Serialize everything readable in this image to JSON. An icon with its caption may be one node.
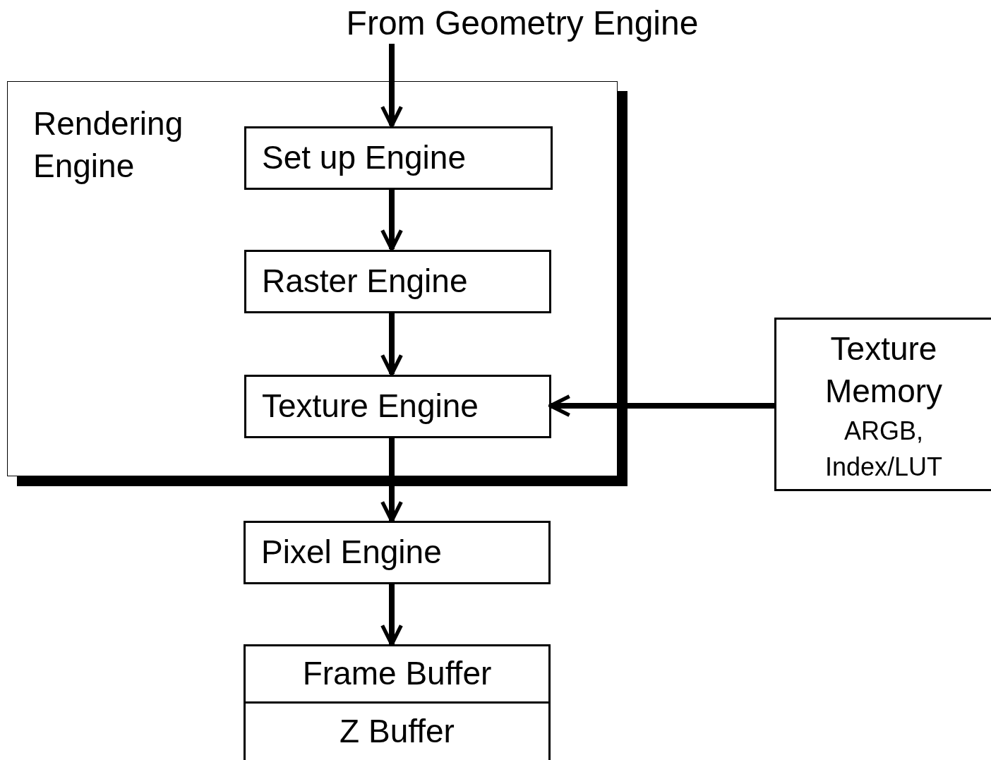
{
  "diagram": {
    "nodes": [
      {
        "text": [
          "From Geometry Engine"
        ]
      },
      {
        "text": [
          "Rendering Engine"
        ]
      },
      {
        "text": [
          "Set up Engine"
        ],
        "in": 1
      },
      {
        "text": [
          "Raster Engine"
        ],
        "in": 1
      },
      {
        "text": [
          "Texture Engine"
        ],
        "in": 1
      },
      {
        "text": [
          "Pixel Engine"
        ]
      },
      {
        "text": [
          "Frame Buffer"
        ]
      },
      {
        "text": [
          "Z Buffer"
        ]
      },
      {
        "text": [
          "Texture Memory",
          "ARGB, Index/LUT"
        ]
      }
    ],
    "edges": [
      {
        "from": 0,
        "to": 2,
        "arrow": "to"
      },
      {
        "from": 2,
        "to": 3,
        "arrow": "to"
      },
      {
        "from": 3,
        "to": 4,
        "arrow": "to"
      },
      {
        "from": 8,
        "to": 4,
        "arrow": "to"
      },
      {
        "from": 4,
        "to": 5,
        "arrow": "to"
      },
      {
        "from": 5,
        "to": 6,
        "arrow": "to"
      }
    ]
  }
}
